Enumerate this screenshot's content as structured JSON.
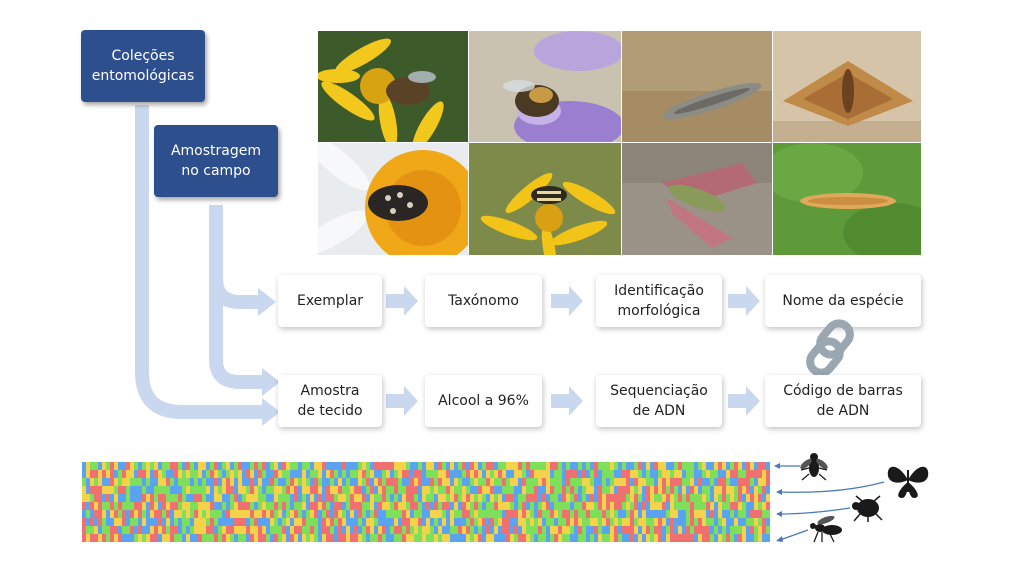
{
  "sources": [
    {
      "id": "collections",
      "label": "Coleções\nentomológicas"
    },
    {
      "id": "field",
      "label": "Amostragem\nno campo"
    }
  ],
  "morph_row": [
    {
      "label": "Exemplar"
    },
    {
      "label": "Taxónomo"
    },
    {
      "label": "Identificação\nmorfológica"
    },
    {
      "label": "Nome da espécie"
    }
  ],
  "molecular_row": [
    {
      "label": "Amostra\nde tecido"
    },
    {
      "label": "Alcool a 96%"
    },
    {
      "label": "Sequenciação\nde ADN"
    },
    {
      "label": "Código de barras\nde ADN"
    }
  ],
  "photos": [
    {
      "subject": "bee-on-yellow-flower"
    },
    {
      "subject": "bee-on-purple-flower"
    },
    {
      "subject": "grey-moth"
    },
    {
      "subject": "brown-moth"
    },
    {
      "subject": "beetle-on-daisy"
    },
    {
      "subject": "wasp-on-yellow-flower"
    },
    {
      "subject": "pink-hawk-moth"
    },
    {
      "subject": "yellow-moth-on-leaf"
    }
  ],
  "icons": {
    "link": "chain-link-icon",
    "silhouettes": [
      "fly-silhouette-icon",
      "butterfly-silhouette-icon",
      "beetle-silhouette-icon",
      "wasp-silhouette-icon"
    ]
  },
  "colors": {
    "source_box": "#2e4f8e",
    "connector": "#c9d8ef",
    "dna_A": "#7ee05a",
    "dna_C": "#5aa3f0",
    "dna_G": "#f4d24a",
    "dna_T": "#f07070"
  }
}
